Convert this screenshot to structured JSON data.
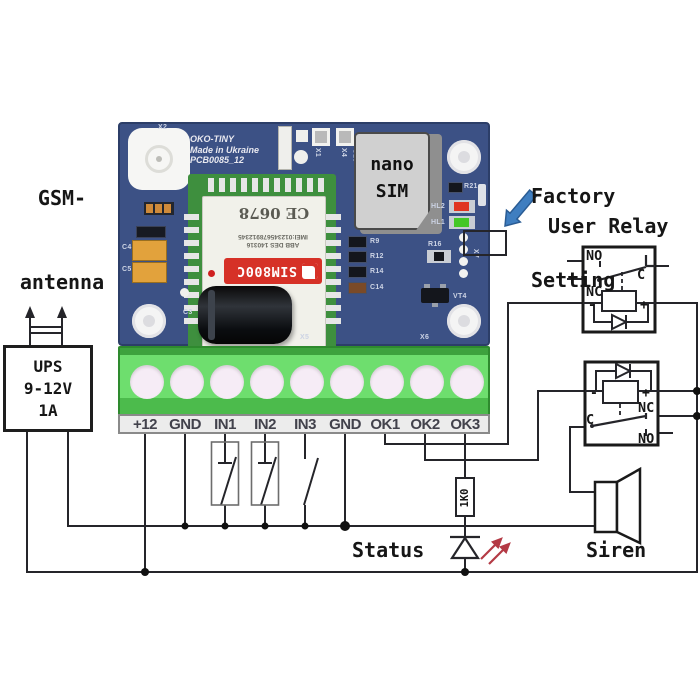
{
  "annotations": {
    "gsm_antenna_l1": "GSM-",
    "gsm_antenna_l2": "antenna",
    "factory_l1": "Factory",
    "factory_l2": "Setting",
    "user_relay": "User Relay",
    "status": "Status",
    "siren": "Siren"
  },
  "ups": {
    "name": "UPS",
    "voltage": "9-12V",
    "current": "1A"
  },
  "board": {
    "silkscreen": {
      "l1": "OKO-TINY",
      "l2": "Made in Ukraine",
      "l3": "PCB0085_12"
    },
    "module": {
      "ce": "CE 0678",
      "imei": "IMEI:012345678912345",
      "lot": "ABB DES 140316",
      "chip": "SIM800C"
    },
    "sim": {
      "l1": "nano",
      "l2": "SIM"
    },
    "refs": {
      "x2": "X2",
      "r21": "R21",
      "hl2": "HL2",
      "hl1": "HL1",
      "x7": "X7",
      "r9": "R9",
      "r12": "R12",
      "r14": "R14",
      "c14": "C14",
      "r16": "R16",
      "vt4": "VT4",
      "c3": "C3",
      "c4": "C4",
      "c5": "C5",
      "x1": "X1",
      "x4": "X4",
      "c10": "C10",
      "x5": "X5",
      "x6": "X6"
    }
  },
  "terminals": [
    "+12",
    "GND",
    "IN1",
    "IN2",
    "IN3",
    "GND",
    "OK1",
    "OK2",
    "OK3"
  ],
  "schematic": {
    "resistor": "1K0",
    "relay1": {
      "no": "NO",
      "nc": "NC",
      "c": "C",
      "plus": "+",
      "minus": "-"
    },
    "relay2": {
      "no": "NO",
      "nc": "NC",
      "c": "C",
      "plus": "+",
      "minus": "-"
    }
  },
  "colors": {
    "pcb_blue": "#3c5185",
    "terminal_green": "#6ede6e",
    "sim_label_red": "#d63127",
    "factory_arrow_blue": "#3f7ec0",
    "led_red": "#e03522",
    "led_green": "#44c727",
    "status_arrow_red": "#b43a45",
    "wire_black": "#25252a"
  }
}
